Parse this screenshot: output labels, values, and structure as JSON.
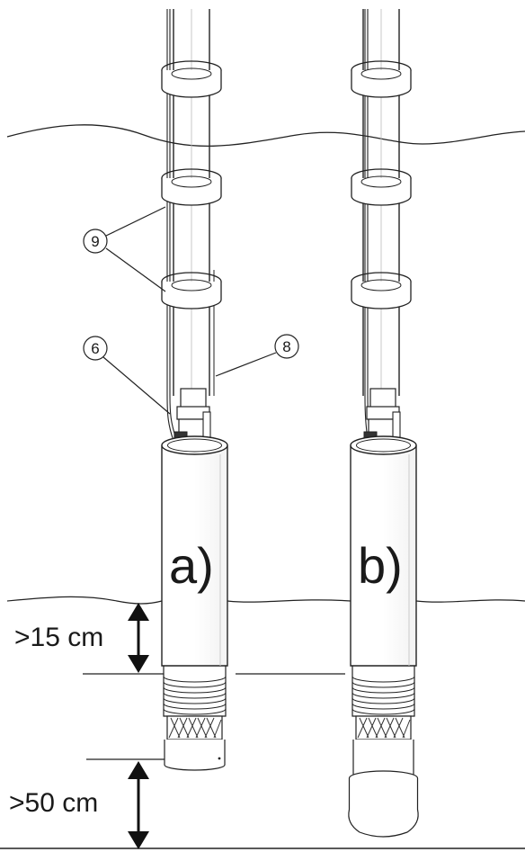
{
  "callouts": {
    "pipe_clamps": "9",
    "cable": "6",
    "safety_rope": "8"
  },
  "panels": {
    "a": "a)",
    "b": "b)"
  },
  "dimensions": {
    "min_submersion": ">15 cm",
    "min_bottom_clearance": ">50 cm"
  }
}
